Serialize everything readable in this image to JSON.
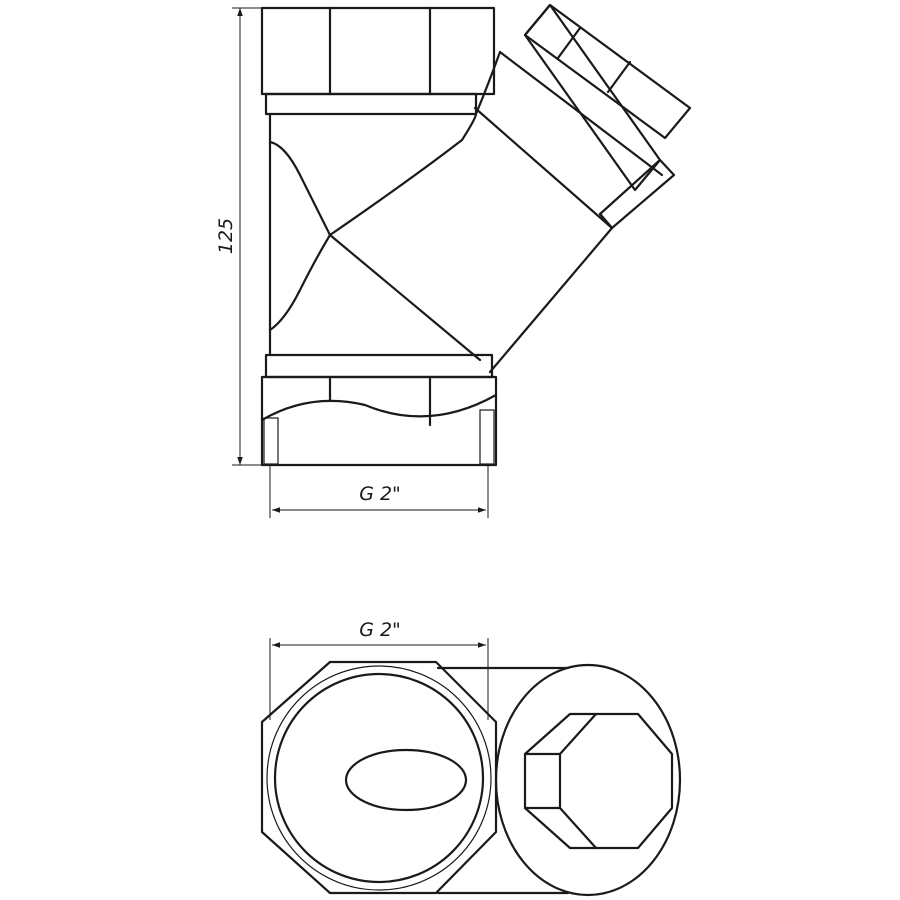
{
  "front_view": {
    "height_dimension": "125",
    "thread_dimension": "G 2\""
  },
  "end_view": {
    "thread_dimension": "G 2\""
  }
}
